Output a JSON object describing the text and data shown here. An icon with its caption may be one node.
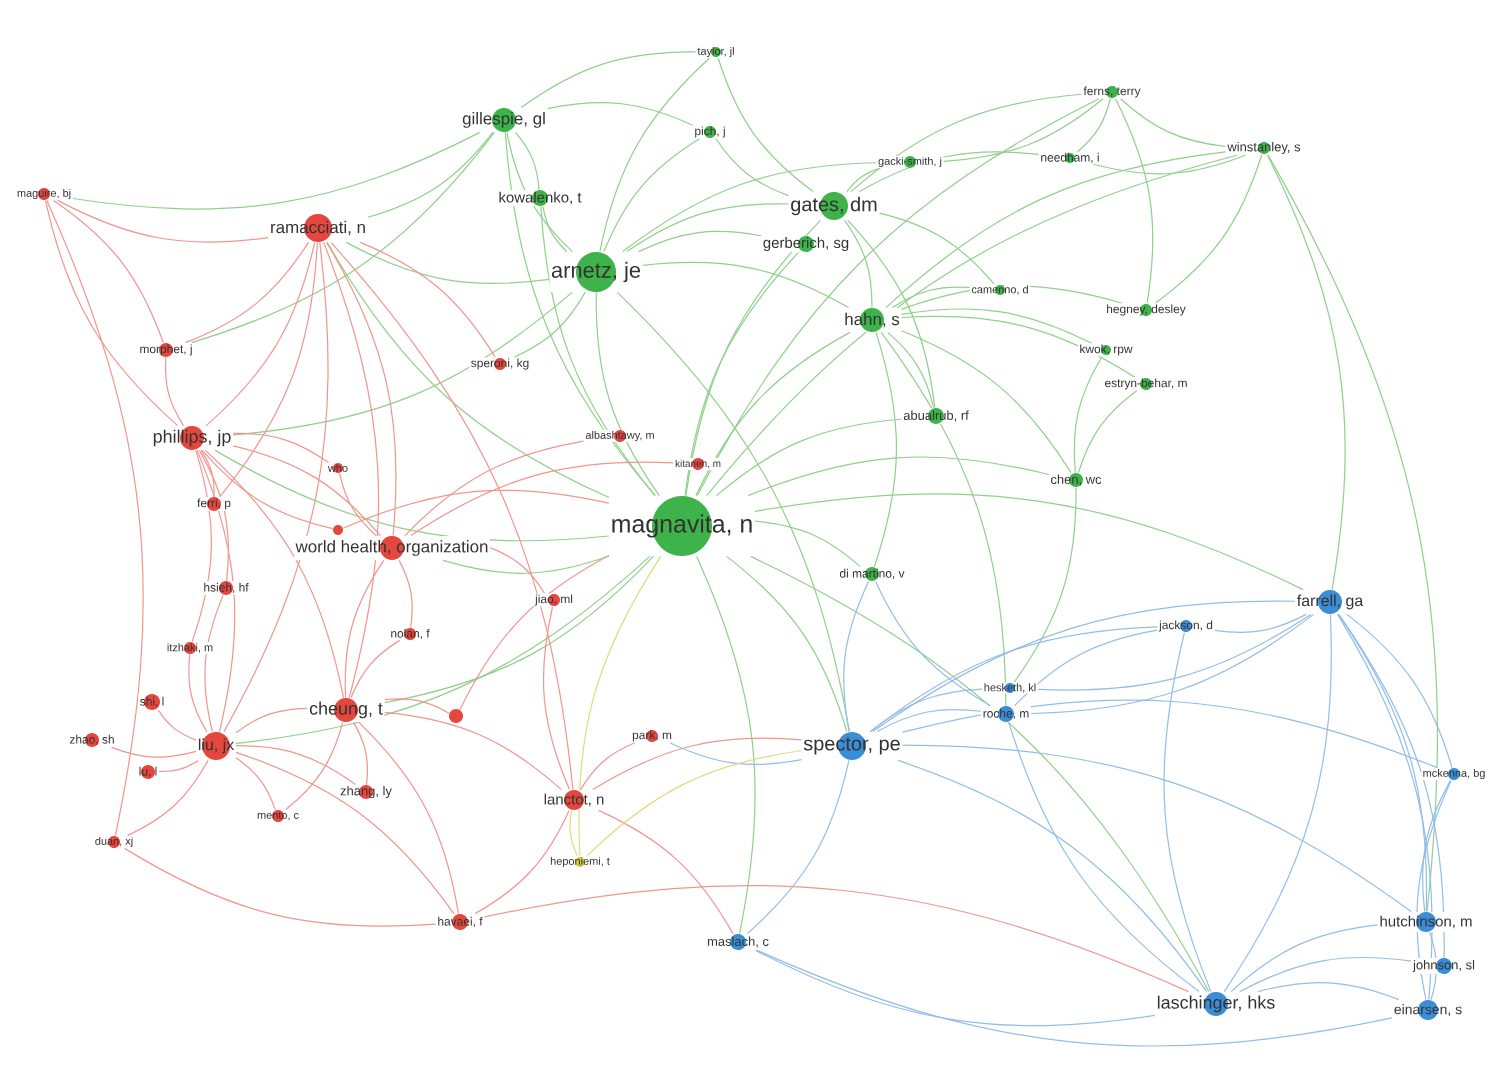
{
  "diagram": {
    "nodes": [
      {
        "text": [
          "taylor, jl"
        ]
      },
      {
        "text": [
          "ferns, terry"
        ]
      },
      {
        "text": [
          "gillespie, gl"
        ]
      },
      {
        "text": [
          "pich, j"
        ]
      },
      {
        "text": [
          "winstanley, s"
        ]
      },
      {
        "text": [
          "needham, i"
        ]
      },
      {
        "text": [
          "gacki-smith, j"
        ]
      },
      {
        "text": [
          "maguire, bj"
        ]
      },
      {
        "text": [
          "kowalenko, t"
        ]
      },
      {
        "text": [
          "gates, dm"
        ]
      },
      {
        "text": [
          "ramacciati, n"
        ]
      },
      {
        "text": [
          "gerberich, sg"
        ]
      },
      {
        "text": [
          "arnetz, je"
        ]
      },
      {
        "text": [
          "camerino, d"
        ]
      },
      {
        "text": [
          "hegney, desley"
        ]
      },
      {
        "text": [
          "hahn, s"
        ]
      },
      {
        "text": [
          "kwok, rpw"
        ]
      },
      {
        "text": [
          "morphet, j"
        ]
      },
      {
        "text": [
          "speroni, kg"
        ]
      },
      {
        "text": [
          "estryn-behar, m"
        ]
      },
      {
        "text": [
          "abualrub, rf"
        ]
      },
      {
        "text": [
          "albashtawy, m"
        ]
      },
      {
        "text": [
          "phillips, jp"
        ]
      },
      {
        "text": [
          "kitaneh, m"
        ]
      },
      {
        "text": [
          "who"
        ]
      },
      {
        "text": [
          "chen, wc"
        ]
      },
      {
        "text": [
          "ferri, p"
        ]
      },
      {
        "text": [
          "magnavita, n"
        ]
      },
      {
        "text": [],
        "shape": "circle"
      },
      {
        "text": [
          "world health, organization"
        ]
      },
      {
        "text": [
          "di martino, v"
        ]
      },
      {
        "text": [
          "hsieh, hf"
        ]
      },
      {
        "text": [
          "jiao, ml"
        ]
      },
      {
        "text": [
          "farrell, ga"
        ]
      },
      {
        "text": [
          "jackson, d"
        ]
      },
      {
        "text": [
          "nolan, f"
        ]
      },
      {
        "text": [
          "itzhaki, m"
        ]
      },
      {
        "text": [
          "hesketh, kl"
        ]
      },
      {
        "text": [
          "shi, l"
        ]
      },
      {
        "text": [
          "cheung, t"
        ]
      },
      {
        "text": [
          "roche, m"
        ]
      },
      {
        "text": [],
        "shape": "circle"
      },
      {
        "text": [
          "park, m"
        ]
      },
      {
        "text": [
          "zhao, sh"
        ]
      },
      {
        "text": [
          "liu, jx"
        ]
      },
      {
        "text": [
          "spector, pe"
        ]
      },
      {
        "text": [
          "lu, l"
        ]
      },
      {
        "text": [
          "mckenna, bg"
        ]
      },
      {
        "text": [
          "zhang, ly"
        ]
      },
      {
        "text": [
          "lanctot, n"
        ]
      },
      {
        "text": [
          "mento, c"
        ]
      },
      {
        "text": [
          "duan, xj"
        ]
      },
      {
        "text": [
          "heponiemi, t"
        ]
      },
      {
        "text": [
          "havaei, f"
        ]
      },
      {
        "text": [
          "hutchinson, m"
        ]
      },
      {
        "text": [
          "maslach, c"
        ]
      },
      {
        "text": [
          "johnson, sl"
        ]
      },
      {
        "text": [
          "laschinger, hks"
        ]
      },
      {
        "text": [
          "einarsen, s"
        ]
      }
    ],
    "edges": [
      {
        "from": 27,
        "to": 12,
        "arrow": "none"
      },
      {
        "from": 27,
        "to": 9,
        "arrow": "none"
      },
      {
        "from": 27,
        "to": 15,
        "arrow": "none"
      },
      {
        "from": 27,
        "to": 2,
        "arrow": "none"
      },
      {
        "from": 27,
        "to": 8,
        "arrow": "none"
      },
      {
        "from": 27,
        "to": 11,
        "arrow": "none"
      },
      {
        "from": 27,
        "to": 20,
        "arrow": "none"
      },
      {
        "from": 27,
        "to": 25,
        "arrow": "none"
      },
      {
        "from": 27,
        "to": 30,
        "arrow": "none"
      },
      {
        "from": 27,
        "to": 45,
        "arrow": "none"
      },
      {
        "from": 27,
        "to": 10,
        "arrow": "none"
      },
      {
        "from": 27,
        "to": 22,
        "arrow": "none"
      },
      {
        "from": 27,
        "to": 29,
        "arrow": "none"
      },
      {
        "from": 27,
        "to": 39,
        "arrow": "none"
      },
      {
        "from": 27,
        "to": 44,
        "arrow": "none"
      },
      {
        "from": 27,
        "to": 33,
        "arrow": "none"
      },
      {
        "from": 27,
        "to": 57,
        "arrow": "none"
      },
      {
        "from": 27,
        "to": 55,
        "arrow": "none"
      },
      {
        "from": 27,
        "to": 1,
        "arrow": "none"
      },
      {
        "from": 27,
        "to": 4,
        "arrow": "none"
      },
      {
        "from": 12,
        "to": 2,
        "arrow": "none"
      },
      {
        "from": 12,
        "to": 8,
        "arrow": "none"
      },
      {
        "from": 12,
        "to": 9,
        "arrow": "none"
      },
      {
        "from": 12,
        "to": 11,
        "arrow": "none"
      },
      {
        "from": 12,
        "to": 3,
        "arrow": "none"
      },
      {
        "from": 12,
        "to": 0,
        "arrow": "none"
      },
      {
        "from": 12,
        "to": 15,
        "arrow": "none"
      },
      {
        "from": 12,
        "to": 10,
        "arrow": "none"
      },
      {
        "from": 12,
        "to": 18,
        "arrow": "none"
      },
      {
        "from": 12,
        "to": 22,
        "arrow": "none"
      },
      {
        "from": 12,
        "to": 45,
        "arrow": "none"
      },
      {
        "from": 12,
        "to": 6,
        "arrow": "none"
      },
      {
        "from": 9,
        "to": 15,
        "arrow": "none"
      },
      {
        "from": 9,
        "to": 6,
        "arrow": "none"
      },
      {
        "from": 9,
        "to": 5,
        "arrow": "none"
      },
      {
        "from": 9,
        "to": 1,
        "arrow": "none"
      },
      {
        "from": 9,
        "to": 0,
        "arrow": "none"
      },
      {
        "from": 9,
        "to": 3,
        "arrow": "none"
      },
      {
        "from": 9,
        "to": 20,
        "arrow": "none"
      },
      {
        "from": 9,
        "to": 13,
        "arrow": "none"
      },
      {
        "from": 15,
        "to": 13,
        "arrow": "none"
      },
      {
        "from": 15,
        "to": 14,
        "arrow": "none"
      },
      {
        "from": 15,
        "to": 16,
        "arrow": "none"
      },
      {
        "from": 15,
        "to": 19,
        "arrow": "none"
      },
      {
        "from": 15,
        "to": 20,
        "arrow": "none"
      },
      {
        "from": 15,
        "to": 25,
        "arrow": "none"
      },
      {
        "from": 15,
        "to": 30,
        "arrow": "none"
      },
      {
        "from": 15,
        "to": 4,
        "arrow": "none"
      },
      {
        "from": 15,
        "to": 40,
        "arrow": "none"
      },
      {
        "from": 2,
        "to": 8,
        "arrow": "none"
      },
      {
        "from": 2,
        "to": 0,
        "arrow": "none"
      },
      {
        "from": 2,
        "to": 3,
        "arrow": "none"
      },
      {
        "from": 2,
        "to": 10,
        "arrow": "none"
      },
      {
        "from": 2,
        "to": 7,
        "arrow": "none"
      },
      {
        "from": 2,
        "to": 17,
        "arrow": "none"
      },
      {
        "from": 4,
        "to": 1,
        "arrow": "none"
      },
      {
        "from": 4,
        "to": 5,
        "arrow": "none"
      },
      {
        "from": 4,
        "to": 14,
        "arrow": "none"
      },
      {
        "from": 4,
        "to": 33,
        "arrow": "none"
      },
      {
        "from": 4,
        "to": 54,
        "arrow": "none"
      },
      {
        "from": 1,
        "to": 5,
        "arrow": "none"
      },
      {
        "from": 1,
        "to": 6,
        "arrow": "none"
      },
      {
        "from": 1,
        "to": 14,
        "arrow": "none"
      },
      {
        "from": 25,
        "to": 16,
        "arrow": "none"
      },
      {
        "from": 25,
        "to": 19,
        "arrow": "none"
      },
      {
        "from": 25,
        "to": 37,
        "arrow": "none"
      },
      {
        "from": 10,
        "to": 7,
        "arrow": "none",
        "color": "#f2958d"
      },
      {
        "from": 10,
        "to": 17,
        "arrow": "none",
        "color": "#f2958d"
      },
      {
        "from": 10,
        "to": 22,
        "arrow": "none",
        "color": "#f2958d"
      },
      {
        "from": 10,
        "to": 18,
        "arrow": "none",
        "color": "#f2958d"
      },
      {
        "from": 10,
        "to": 29,
        "arrow": "none",
        "color": "#f2958d"
      },
      {
        "from": 10,
        "to": 26,
        "arrow": "none",
        "color": "#f2958d"
      },
      {
        "from": 10,
        "to": 44,
        "arrow": "none",
        "color": "#f2958d"
      },
      {
        "from": 10,
        "to": 39,
        "arrow": "none",
        "color": "#f2958d"
      },
      {
        "from": 10,
        "to": 49,
        "arrow": "none",
        "color": "#f2958d"
      },
      {
        "from": 22,
        "to": 17,
        "arrow": "none",
        "color": "#f2958d"
      },
      {
        "from": 22,
        "to": 7,
        "arrow": "none",
        "color": "#f2958d"
      },
      {
        "from": 22,
        "to": 26,
        "arrow": "none",
        "color": "#f2958d"
      },
      {
        "from": 22,
        "to": 24,
        "arrow": "none",
        "color": "#f2958d"
      },
      {
        "from": 22,
        "to": 29,
        "arrow": "none",
        "color": "#f2958d"
      },
      {
        "from": 22,
        "to": 31,
        "arrow": "none",
        "color": "#f2958d"
      },
      {
        "from": 22,
        "to": 44,
        "arrow": "none",
        "color": "#f2958d"
      },
      {
        "from": 22,
        "to": 39,
        "arrow": "none",
        "color": "#f2958d"
      },
      {
        "from": 22,
        "to": 36,
        "arrow": "none",
        "color": "#f2958d"
      },
      {
        "from": 44,
        "to": 38,
        "arrow": "none",
        "color": "#f2958d"
      },
      {
        "from": 44,
        "to": 43,
        "arrow": "none",
        "color": "#f2958d"
      },
      {
        "from": 44,
        "to": 46,
        "arrow": "none",
        "color": "#f2958d"
      },
      {
        "from": 44,
        "to": 51,
        "arrow": "none",
        "color": "#f2958d"
      },
      {
        "from": 44,
        "to": 36,
        "arrow": "none",
        "color": "#f2958d"
      },
      {
        "from": 44,
        "to": 31,
        "arrow": "none",
        "color": "#f2958d"
      },
      {
        "from": 44,
        "to": 39,
        "arrow": "none",
        "color": "#f2958d"
      },
      {
        "from": 44,
        "to": 50,
        "arrow": "none",
        "color": "#f2958d"
      },
      {
        "from": 44,
        "to": 48,
        "arrow": "none",
        "color": "#f2958d"
      },
      {
        "from": 44,
        "to": 53,
        "arrow": "none",
        "color": "#f2958d"
      },
      {
        "from": 39,
        "to": 48,
        "arrow": "none",
        "color": "#f2958d"
      },
      {
        "from": 39,
        "to": 50,
        "arrow": "none",
        "color": "#f2958d"
      },
      {
        "from": 39,
        "to": 35,
        "arrow": "none",
        "color": "#f2958d"
      },
      {
        "from": 39,
        "to": 41,
        "arrow": "none",
        "color": "#f2958d"
      },
      {
        "from": 39,
        "to": 29,
        "arrow": "none",
        "color": "#f2958d"
      },
      {
        "from": 39,
        "to": 53,
        "arrow": "none",
        "color": "#f2958d"
      },
      {
        "from": 39,
        "to": 49,
        "arrow": "none",
        "color": "#f2958d"
      },
      {
        "from": 29,
        "to": 24,
        "arrow": "none",
        "color": "#f2958d"
      },
      {
        "from": 29,
        "to": 35,
        "arrow": "none",
        "color": "#f2958d"
      },
      {
        "from": 29,
        "to": 32,
        "arrow": "none",
        "color": "#f2958d"
      },
      {
        "from": 29,
        "to": 21,
        "arrow": "none",
        "color": "#f2958d"
      },
      {
        "from": 29,
        "to": 23,
        "arrow": "none",
        "color": "#f2958d"
      },
      {
        "from": 28,
        "to": 22,
        "arrow": "none",
        "color": "#f2958d"
      },
      {
        "from": 28,
        "to": 27,
        "arrow": "none",
        "color": "#f2958d"
      },
      {
        "from": 41,
        "to": 27,
        "arrow": "none",
        "color": "#f2958d"
      },
      {
        "from": 49,
        "to": 42,
        "arrow": "none",
        "color": "#f2958d"
      },
      {
        "from": 49,
        "to": 32,
        "arrow": "none",
        "color": "#f2958d"
      },
      {
        "from": 49,
        "to": 53,
        "arrow": "none",
        "color": "#f2958d"
      },
      {
        "from": 49,
        "to": 45,
        "arrow": "none",
        "color": "#f2958d"
      },
      {
        "from": 49,
        "to": 55,
        "arrow": "none",
        "color": "#f2958d"
      },
      {
        "from": 53,
        "to": 51,
        "arrow": "none",
        "color": "#f2958d"
      },
      {
        "from": 53,
        "to": 57,
        "arrow": "none",
        "color": "#f2958d"
      },
      {
        "from": 7,
        "to": 17,
        "arrow": "none",
        "color": "#f2958d"
      },
      {
        "from": 7,
        "to": 51,
        "arrow": "none",
        "color": "#f2958d"
      },
      {
        "from": 45,
        "to": 40,
        "arrow": "none",
        "color": "#93bde8"
      },
      {
        "from": 45,
        "to": 37,
        "arrow": "none",
        "color": "#93bde8"
      },
      {
        "from": 45,
        "to": 34,
        "arrow": "none",
        "color": "#93bde8"
      },
      {
        "from": 45,
        "to": 33,
        "arrow": "none",
        "color": "#93bde8"
      },
      {
        "from": 45,
        "to": 57,
        "arrow": "none",
        "color": "#93bde8"
      },
      {
        "from": 45,
        "to": 55,
        "arrow": "none",
        "color": "#93bde8"
      },
      {
        "from": 45,
        "to": 54,
        "arrow": "none",
        "color": "#93bde8"
      },
      {
        "from": 45,
        "to": 47,
        "arrow": "none",
        "color": "#93bde8"
      },
      {
        "from": 45,
        "to": 30,
        "arrow": "none",
        "color": "#93bde8"
      },
      {
        "from": 45,
        "to": 42,
        "arrow": "none",
        "color": "#93bde8"
      },
      {
        "from": 33,
        "to": 34,
        "arrow": "none",
        "color": "#93bde8"
      },
      {
        "from": 33,
        "to": 47,
        "arrow": "none",
        "color": "#93bde8"
      },
      {
        "from": 33,
        "to": 54,
        "arrow": "none",
        "color": "#93bde8"
      },
      {
        "from": 33,
        "to": 56,
        "arrow": "none",
        "color": "#93bde8"
      },
      {
        "from": 33,
        "to": 58,
        "arrow": "none",
        "color": "#93bde8"
      },
      {
        "from": 33,
        "to": 57,
        "arrow": "none",
        "color": "#93bde8"
      },
      {
        "from": 33,
        "to": 40,
        "arrow": "none",
        "color": "#93bde8"
      },
      {
        "from": 33,
        "to": 37,
        "arrow": "none",
        "color": "#93bde8"
      },
      {
        "from": 57,
        "to": 54,
        "arrow": "none",
        "color": "#93bde8"
      },
      {
        "from": 57,
        "to": 56,
        "arrow": "none",
        "color": "#93bde8"
      },
      {
        "from": 57,
        "to": 58,
        "arrow": "none",
        "color": "#93bde8"
      },
      {
        "from": 57,
        "to": 55,
        "arrow": "none",
        "color": "#93bde8"
      },
      {
        "from": 57,
        "to": 40,
        "arrow": "none",
        "color": "#93bde8"
      },
      {
        "from": 57,
        "to": 34,
        "arrow": "none",
        "color": "#93bde8"
      },
      {
        "from": 54,
        "to": 58,
        "arrow": "none",
        "color": "#93bde8"
      },
      {
        "from": 54,
        "to": 47,
        "arrow": "none",
        "color": "#93bde8"
      },
      {
        "from": 40,
        "to": 34,
        "arrow": "none",
        "color": "#93bde8"
      },
      {
        "from": 40,
        "to": 30,
        "arrow": "none",
        "color": "#93bde8"
      },
      {
        "from": 58,
        "to": 47,
        "arrow": "none",
        "color": "#93bde8"
      },
      {
        "from": 58,
        "to": 55,
        "arrow": "none",
        "color": "#93bde8"
      },
      {
        "from": 52,
        "to": 49,
        "arrow": "none",
        "color": "#e2da7a"
      },
      {
        "from": 52,
        "to": 45,
        "arrow": "none",
        "color": "#e2da7a"
      },
      {
        "from": 52,
        "to": 27,
        "arrow": "none",
        "color": "#e2da7a"
      }
    ]
  }
}
